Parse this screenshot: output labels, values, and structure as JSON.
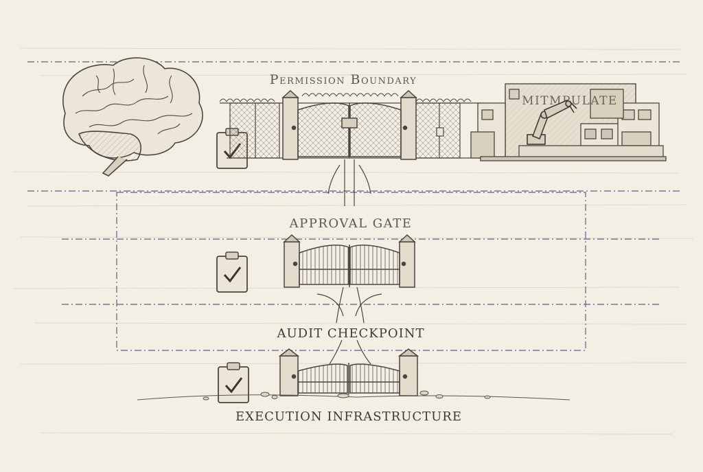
{
  "labels": {
    "permission_boundary": "Permission Boundary",
    "approval_gate": "APPROVAL GATE",
    "audit_checkpoint": "AUDIT CHECKPOINT",
    "execution_infrastructure": "EXECUTION INFRASTRUCTURE",
    "building_sign": "MITMPULATE"
  },
  "colors": {
    "paper": "#f4efe4",
    "ink": "#4a4540",
    "ink_light": "#8a847a",
    "boundary_line": "#5a5f85"
  },
  "icons": [
    "brain-icon",
    "clipboard-check-icon",
    "gate-icon",
    "robot-arm-icon",
    "factory-icon"
  ]
}
